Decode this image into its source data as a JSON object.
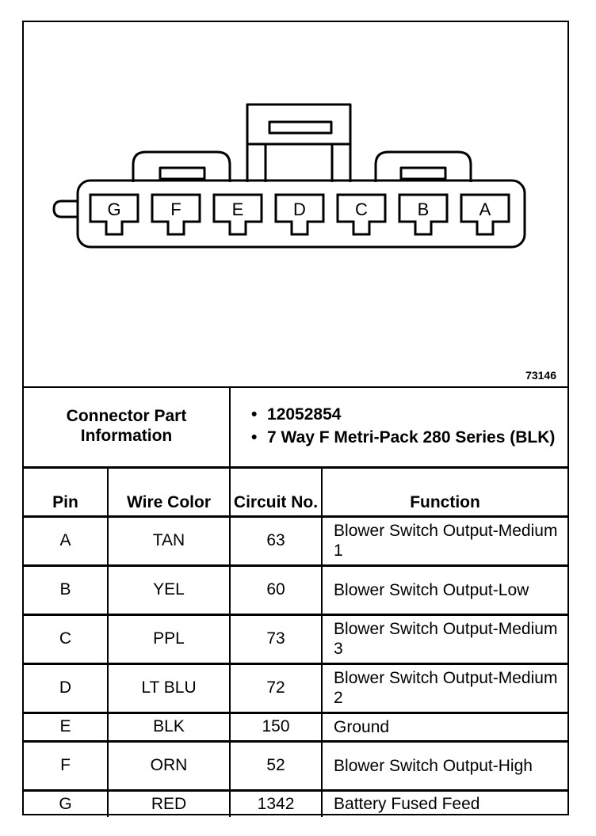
{
  "diagram": {
    "figure_id": "73146",
    "pins": [
      "G",
      "F",
      "E",
      "D",
      "C",
      "B",
      "A"
    ]
  },
  "info": {
    "label": "Connector Part Information",
    "items": [
      "12052854",
      "7 Way F Metri-Pack 280 Series (BLK)"
    ]
  },
  "headers": {
    "pin": "Pin",
    "wire_color": "Wire Color",
    "circuit": "Circuit No.",
    "function": "Function"
  },
  "rows": [
    {
      "pin": "A",
      "wire_color": "TAN",
      "circuit": "63",
      "function": "Blower Switch Output-Medium 1"
    },
    {
      "pin": "B",
      "wire_color": "YEL",
      "circuit": "60",
      "function": "Blower Switch Output-Low"
    },
    {
      "pin": "C",
      "wire_color": "PPL",
      "circuit": "73",
      "function": "Blower Switch Output-Medium 3"
    },
    {
      "pin": "D",
      "wire_color": "LT BLU",
      "circuit": "72",
      "function": "Blower Switch Output-Medium 2"
    },
    {
      "pin": "E",
      "wire_color": "BLK",
      "circuit": "150",
      "function": "Ground"
    },
    {
      "pin": "F",
      "wire_color": "ORN",
      "circuit": "52",
      "function": "Blower Switch Output-High"
    },
    {
      "pin": "G",
      "wire_color": "RED",
      "circuit": "1342",
      "function": "Battery Fused Feed"
    }
  ]
}
